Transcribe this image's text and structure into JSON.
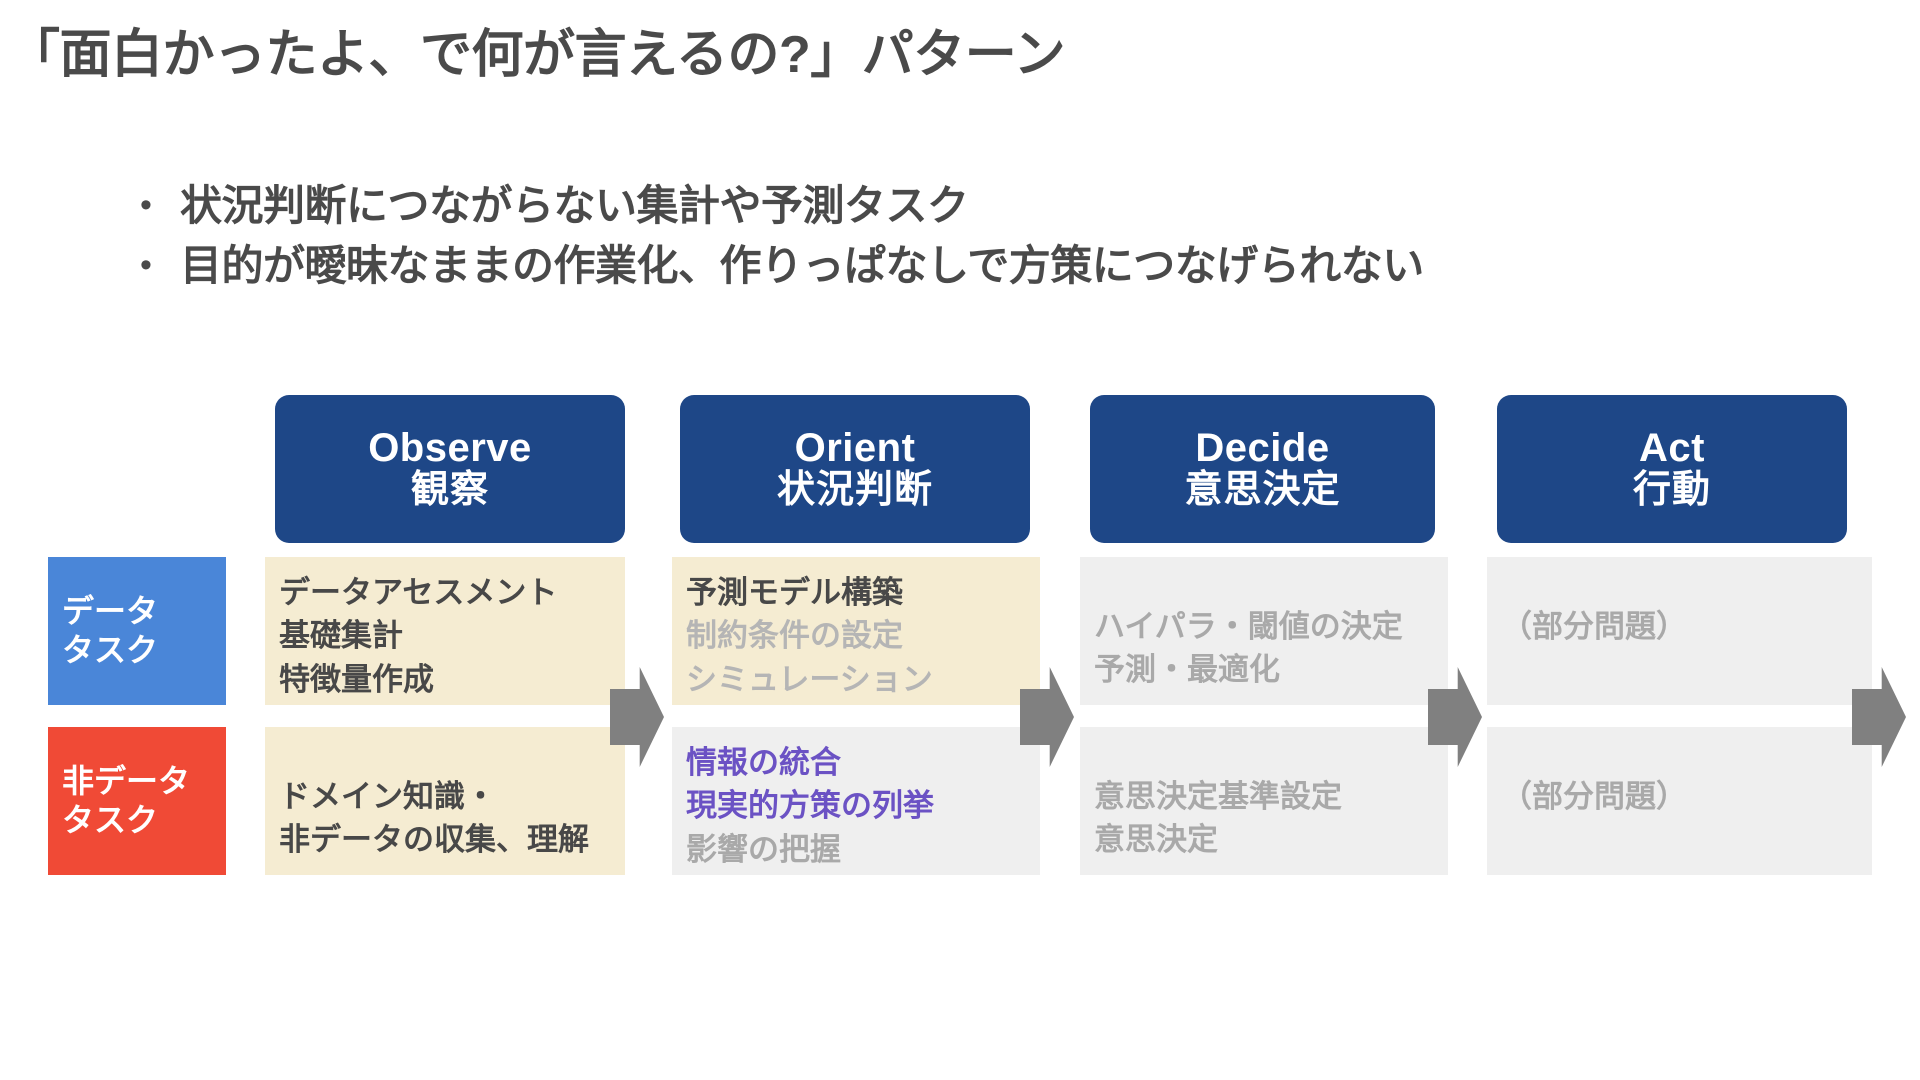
{
  "slide": {
    "title": "「面白かったよ、で何が言えるの?」パターン",
    "bullets": [
      {
        "marker": "•",
        "text": "状況判断につながらない集計や予測タスク"
      },
      {
        "marker": "•",
        "text": "目的が曖昧なままの作業化、作りっぱなしで方策につなげられない"
      }
    ]
  },
  "ooda": {
    "stages": [
      {
        "en": "Observe",
        "ja": "観察"
      },
      {
        "en": "Orient",
        "ja": "状況判断"
      },
      {
        "en": "Decide",
        "ja": "意思決定"
      },
      {
        "en": "Act",
        "ja": "行動"
      }
    ],
    "row_labels": [
      {
        "line1": "データ",
        "line2": "タスク"
      },
      {
        "line1": "非データ",
        "line2": "タスク"
      }
    ],
    "rows": [
      {
        "key": "data-task",
        "cells": [
          {
            "lines": [
              {
                "text": "データアセスメント",
                "tone": "dark"
              },
              {
                "text": "基礎集計",
                "tone": "dark"
              },
              {
                "text": "特徴量作成",
                "tone": "dark"
              }
            ]
          },
          {
            "lines": [
              {
                "text": "予測モデル構築",
                "tone": "dark"
              },
              {
                "text": "制約条件の設定",
                "tone": "muted"
              },
              {
                "text": "シミュレーション",
                "tone": "muted"
              }
            ]
          },
          {
            "lines": [
              {
                "text": "ハイパラ・閾値の決定",
                "tone": "midgray"
              },
              {
                "text": "予測・最適化",
                "tone": "midgray"
              }
            ]
          },
          {
            "lines": [
              {
                "text": "（部分問題）",
                "tone": "midgray"
              }
            ]
          }
        ]
      },
      {
        "key": "non-data-task",
        "cells": [
          {
            "lines": [
              {
                "text": "ドメイン知識・",
                "tone": "dark"
              },
              {
                "text": "非データの収集、理解",
                "tone": "dark"
              }
            ]
          },
          {
            "lines": [
              {
                "text": "情報の統合",
                "tone": "purple"
              },
              {
                "text": "現実的方策の列挙",
                "tone": "purple"
              },
              {
                "text": "影響の把握",
                "tone": "midgray"
              }
            ]
          },
          {
            "lines": [
              {
                "text": "意思決定基準設定",
                "tone": "midgray"
              },
              {
                "text": "意思決定",
                "tone": "midgray"
              }
            ]
          },
          {
            "lines": [
              {
                "text": "（部分問題）",
                "tone": "midgray"
              }
            ]
          }
        ]
      }
    ],
    "colors": {
      "stage_header": "#1e4787",
      "data_label": "#4a86d8",
      "nondata_label": "#f04a36",
      "beige_cell": "#f5ecd2",
      "gray_cell": "#efefef",
      "arrow": "#808080",
      "purple_text": "#6b52c4",
      "dark_text": "#484848",
      "muted_text": "#b5b5b5",
      "title_text": "#4a4a4a"
    },
    "arrow_count": 4,
    "arrow_icon": "right-arrow-icon"
  }
}
